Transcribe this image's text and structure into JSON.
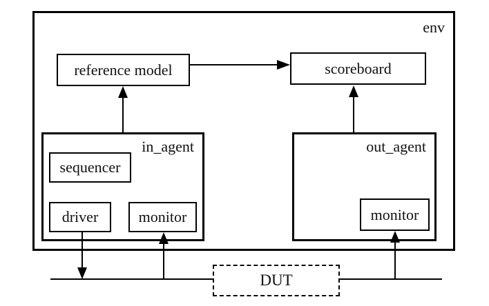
{
  "colors": {
    "stroke": "#000000",
    "background": "#ffffff",
    "text": "#111111"
  },
  "nodes": {
    "env": "env",
    "reference_model": "reference model",
    "scoreboard": "scoreboard",
    "in_agent": "in_agent",
    "sequencer": "sequencer",
    "driver": "driver",
    "in_monitor": "monitor",
    "out_agent": "out_agent",
    "out_monitor": "monitor",
    "dut": "DUT"
  }
}
